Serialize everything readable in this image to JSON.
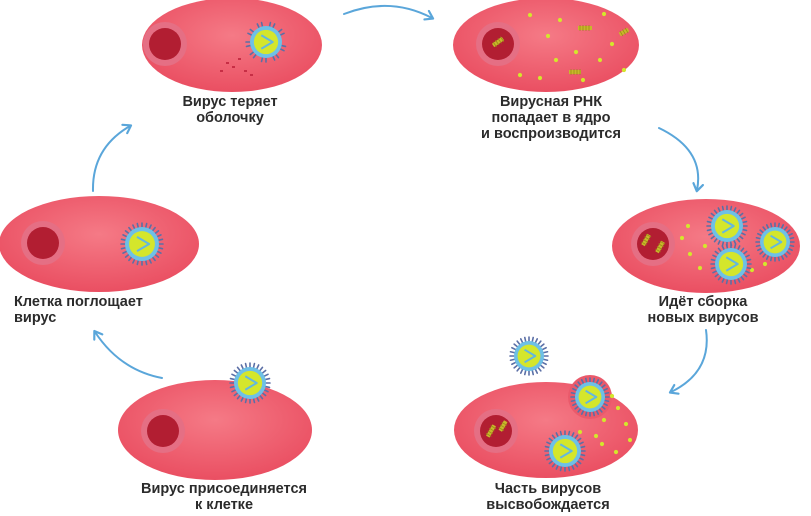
{
  "colors": {
    "cell": "#f0606f",
    "nucleus_ring": "#e56f84",
    "nucleus": "#b21e32",
    "virus_core": "#d4e62c",
    "virus_ring": "#6ec0e6",
    "virus_spikes": "#5b6fa6",
    "rna": "#c8b82a",
    "arrow": "#5aa6da",
    "text": "#2b2b2b"
  },
  "stages": [
    {
      "id": "uncoating",
      "lines": [
        "Вирус теряет",
        "оболочку"
      ]
    },
    {
      "id": "replication",
      "lines": [
        "Вирусная РНК",
        "попадает в ядро",
        "и воспроизводится"
      ]
    },
    {
      "id": "assembly",
      "lines": [
        "Идёт сборка",
        "новых вирусов"
      ]
    },
    {
      "id": "release",
      "lines": [
        "Часть вирусов",
        "высвобождается"
      ]
    },
    {
      "id": "attachment",
      "lines": [
        "Вирус присоединяется",
        "к клетке"
      ]
    },
    {
      "id": "engulfment",
      "lines": [
        "Клетка поглощает",
        "вирус"
      ]
    }
  ]
}
